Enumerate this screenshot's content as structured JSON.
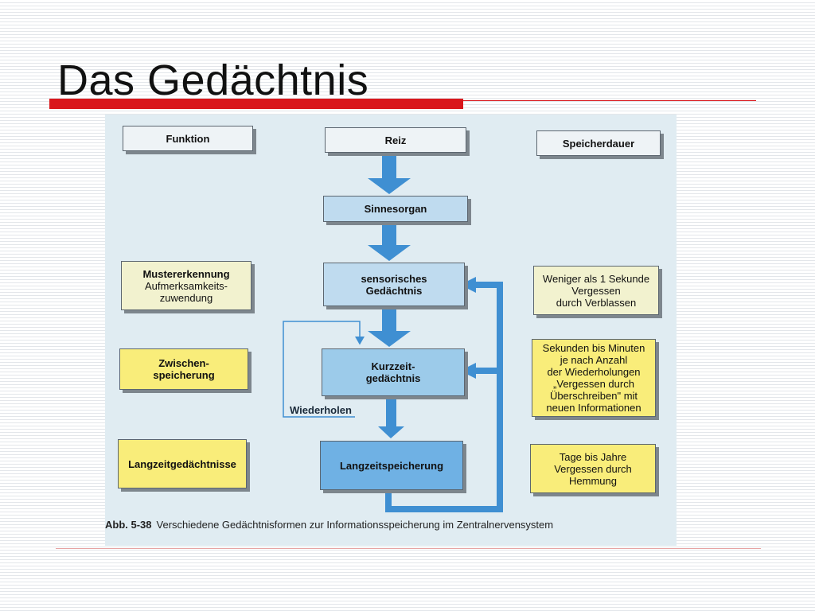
{
  "slide": {
    "title": "Das Gedächtnis"
  },
  "diagram": {
    "columns": {
      "function": "Funktion",
      "stimulus": "Reiz",
      "duration": "Speicherdauer"
    },
    "flow": {
      "sense_organ": "Sinnesorgan",
      "sensory_memory": [
        "sensorisches",
        "Gedächtnis"
      ],
      "short_term_memory": [
        "Kurzzeit-",
        "gedächtnis"
      ],
      "long_term_storage": "Langzeitspeicherung",
      "rehearse_label": "Wiederholen"
    },
    "functions": {
      "pattern_recognition": "Mustererkennung",
      "attention": [
        "Aufmerksamkeits-",
        "zuwendung"
      ],
      "intermediate_storage": [
        "Zwischen-",
        "speicherung"
      ],
      "long_term_memories": "Langzeitgedächtnisse"
    },
    "durations": {
      "sensory": [
        "Weniger als 1 Sekunde",
        "Vergessen",
        "durch Verblassen"
      ],
      "short_term": [
        "Sekunden bis Minuten",
        "je nach Anzahl",
        "der Wiederholungen",
        "„Vergessen durch",
        "Überschreiben\" mit",
        "neuen Informationen"
      ],
      "long_term": [
        "Tage bis Jahre",
        "Vergessen durch",
        "Hemmung"
      ]
    },
    "caption": {
      "label": "Abb. 5-38",
      "text": "Verschiedene Gedächtnisformen zur Informationsspeicherung im Zentralnervensystem"
    },
    "colors": {
      "figure_background": "#e0ecf2",
      "arrow_blue": "#3f8fd2",
      "title_accent": "#d9161b",
      "yellow_box": "#f9ed7a",
      "cream_box": "#f2f2cf"
    }
  }
}
